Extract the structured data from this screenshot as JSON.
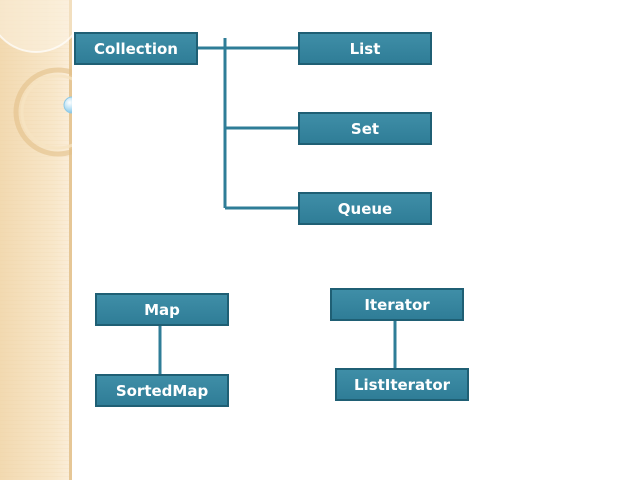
{
  "diagram": {
    "nodes": {
      "collection": "Collection",
      "list": "List",
      "set": "Set",
      "queue": "Queue",
      "map": "Map",
      "sorted_map": "SortedMap",
      "iterator": "Iterator",
      "list_iterator": "ListIterator"
    },
    "colors": {
      "node_fill": "#3a87a1",
      "node_border": "#1f5f74",
      "connector": "#2f7d97",
      "sidebar": "#f7e4c3"
    }
  }
}
